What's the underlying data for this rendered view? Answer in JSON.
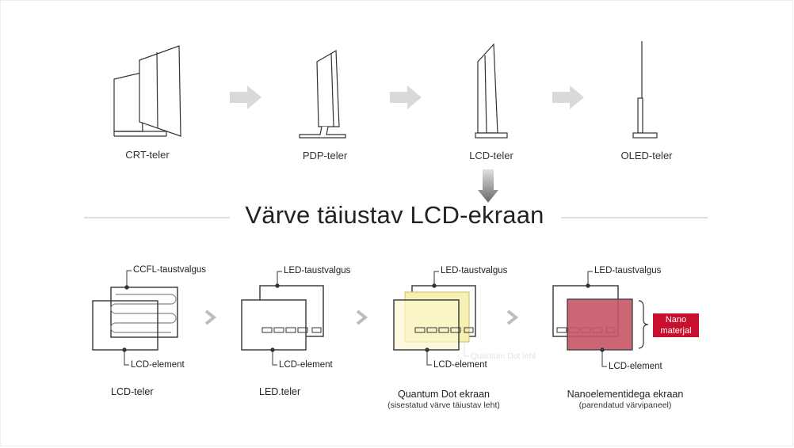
{
  "top_row": {
    "tv_labels": [
      "CRT-teler",
      "PDP-teler",
      "LCD-teler",
      "OLED-teler"
    ]
  },
  "heading": "Värve täiustav LCD-ekraan",
  "panels": {
    "p1": {
      "callout_top": "CCFL-taustvalgus",
      "callout_bottom": "LCD-element",
      "caption": "LCD-teler"
    },
    "p2": {
      "callout_top": "LED-taustvalgus",
      "callout_bottom": "LCD-element",
      "caption": "LED.teler"
    },
    "p3": {
      "callout_top": "LED-taustvalgus",
      "callout_bottom": "LCD-element",
      "ghost_label": "Quantum Dot leht",
      "caption": "Quantum Dot ekraan",
      "subcaption": "(sisestatud värve täiustav leht)"
    },
    "p4": {
      "callout_top": "LED-taustvalgus",
      "callout_bottom": "LCD-element",
      "caption": "Nanoelementidega ekraan",
      "subcaption": "(parendatud värvipaneel)",
      "badge": "Nano materjal"
    }
  },
  "colors": {
    "line": "#333333",
    "arrow": "#d9d9d9",
    "down_arrow": "#777777",
    "quantum_yellow": "#f7f0b4",
    "nano_red": "#c85565",
    "badge_red": "#c8102e",
    "rule": "#bdbdbd"
  }
}
